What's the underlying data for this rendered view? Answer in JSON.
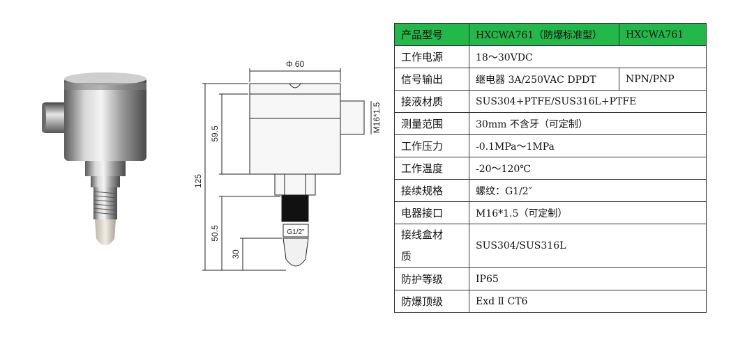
{
  "drawing": {
    "diameter_label": "Φ 60",
    "thread_label": "M16*1.5",
    "height_upper": "59.5",
    "height_total": "125",
    "height_lower": "50.5",
    "probe_length": "30",
    "connection_label": "G1/2\""
  },
  "spec_table": {
    "header": {
      "label": "产品型号",
      "value": "HXCWA761（防爆标准型）",
      "extra": "HXCWA761"
    },
    "rows": [
      {
        "label": "工作电源",
        "value": "18～30VDC"
      },
      {
        "label": "信号输出",
        "value": "继电器 3A/250VAC DPDT",
        "extra": "NPN/PNP"
      },
      {
        "label": "接液材质",
        "value": "SUS304+PTFE/SUS316L+PTFE"
      },
      {
        "label": "测量范围",
        "value": "30mm 不含牙（可定制）"
      },
      {
        "label": "工作压力",
        "value": "-0.1MPa～1MPa"
      },
      {
        "label": "工作温度",
        "value": "-20～120℃"
      },
      {
        "label": "接续规格",
        "value": "螺纹：G1/2″"
      },
      {
        "label": "电器接口",
        "value": "M16*1.5（可定制）"
      },
      {
        "label": "接线盒材质",
        "label_line1": "接线盒材",
        "label_line2": "质",
        "value": "SUS304/SUS316L"
      },
      {
        "label": "防护等级",
        "value": "IP65"
      },
      {
        "label": "防爆顶级",
        "value": "Exd Ⅱ CT6"
      }
    ],
    "colors": {
      "header_bg": "#22b84a",
      "border": "#333333"
    }
  }
}
